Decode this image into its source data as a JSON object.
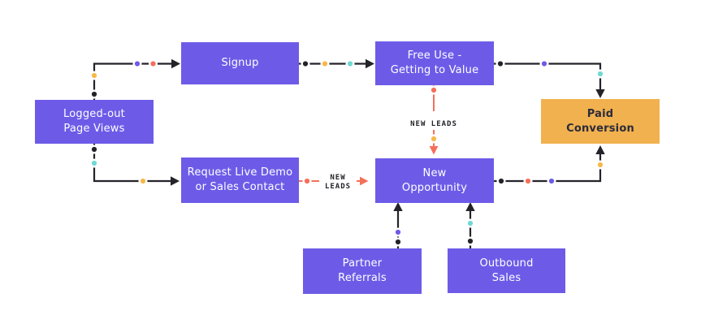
{
  "colors": {
    "bg": "#FFFFFF",
    "purple": "#6D5BE8",
    "orange": "#F1B14F",
    "salmon": "#F4705B",
    "yellow": "#F7B84A",
    "teal": "#6FD9D3",
    "ink": "#232329",
    "paidtext": "#2B2B3A"
  },
  "nodes": [
    {
      "id": "logged-out-page-views",
      "label": "Logged-out\nPage Views"
    },
    {
      "id": "signup",
      "label": "Signup"
    },
    {
      "id": "free-use-getting-to-value",
      "label": "Free Use -\nGetting to Value"
    },
    {
      "id": "paid-conversion",
      "label": "Paid\nConversion"
    },
    {
      "id": "request-live-demo-or-sales-contact",
      "label": "Request Live Demo\nor Sales Contact"
    },
    {
      "id": "new-opportunity",
      "label": "New\nOpportunity"
    },
    {
      "id": "partner-referrals",
      "label": "Partner\nReferrals"
    },
    {
      "id": "outbound-sales",
      "label": "Outbound\nSales"
    }
  ],
  "edge_labels": {
    "new_leads": "NEW LEADS",
    "new": "NEW",
    "leads": "LEADS"
  },
  "edges": [
    {
      "from": "Logged-out Page Views",
      "to": "Signup",
      "color": "black",
      "dots": [
        "black",
        "yellow",
        "purple",
        "salmon"
      ]
    },
    {
      "from": "Logged-out Page Views",
      "to": "Request Live Demo or Sales Contact",
      "color": "black",
      "dots": [
        "black",
        "teal",
        "yellow"
      ]
    },
    {
      "from": "Signup",
      "to": "Free Use - Getting to Value",
      "color": "black",
      "dots": [
        "black",
        "yellow",
        "teal"
      ]
    },
    {
      "from": "Free Use - Getting to Value",
      "to": "Paid Conversion",
      "color": "black",
      "dots": [
        "black",
        "purple",
        "teal"
      ]
    },
    {
      "from": "Free Use - Getting to Value",
      "to": "New Opportunity",
      "color": "salmon",
      "label": "NEW LEADS",
      "dots": [
        "salmon",
        "yellow"
      ]
    },
    {
      "from": "Request Live Demo or Sales Contact",
      "to": "New Opportunity",
      "color": "salmon",
      "label": "NEW LEADS",
      "dots": [
        "salmon"
      ]
    },
    {
      "from": "New Opportunity",
      "to": "Paid Conversion",
      "color": "black",
      "dots": [
        "black",
        "salmon",
        "purple",
        "yellow"
      ]
    },
    {
      "from": "Partner Referrals",
      "to": "New Opportunity",
      "color": "black",
      "dots": [
        "black",
        "purple"
      ]
    },
    {
      "from": "Outbound Sales",
      "to": "New Opportunity",
      "color": "black",
      "dots": [
        "black",
        "teal"
      ]
    }
  ]
}
